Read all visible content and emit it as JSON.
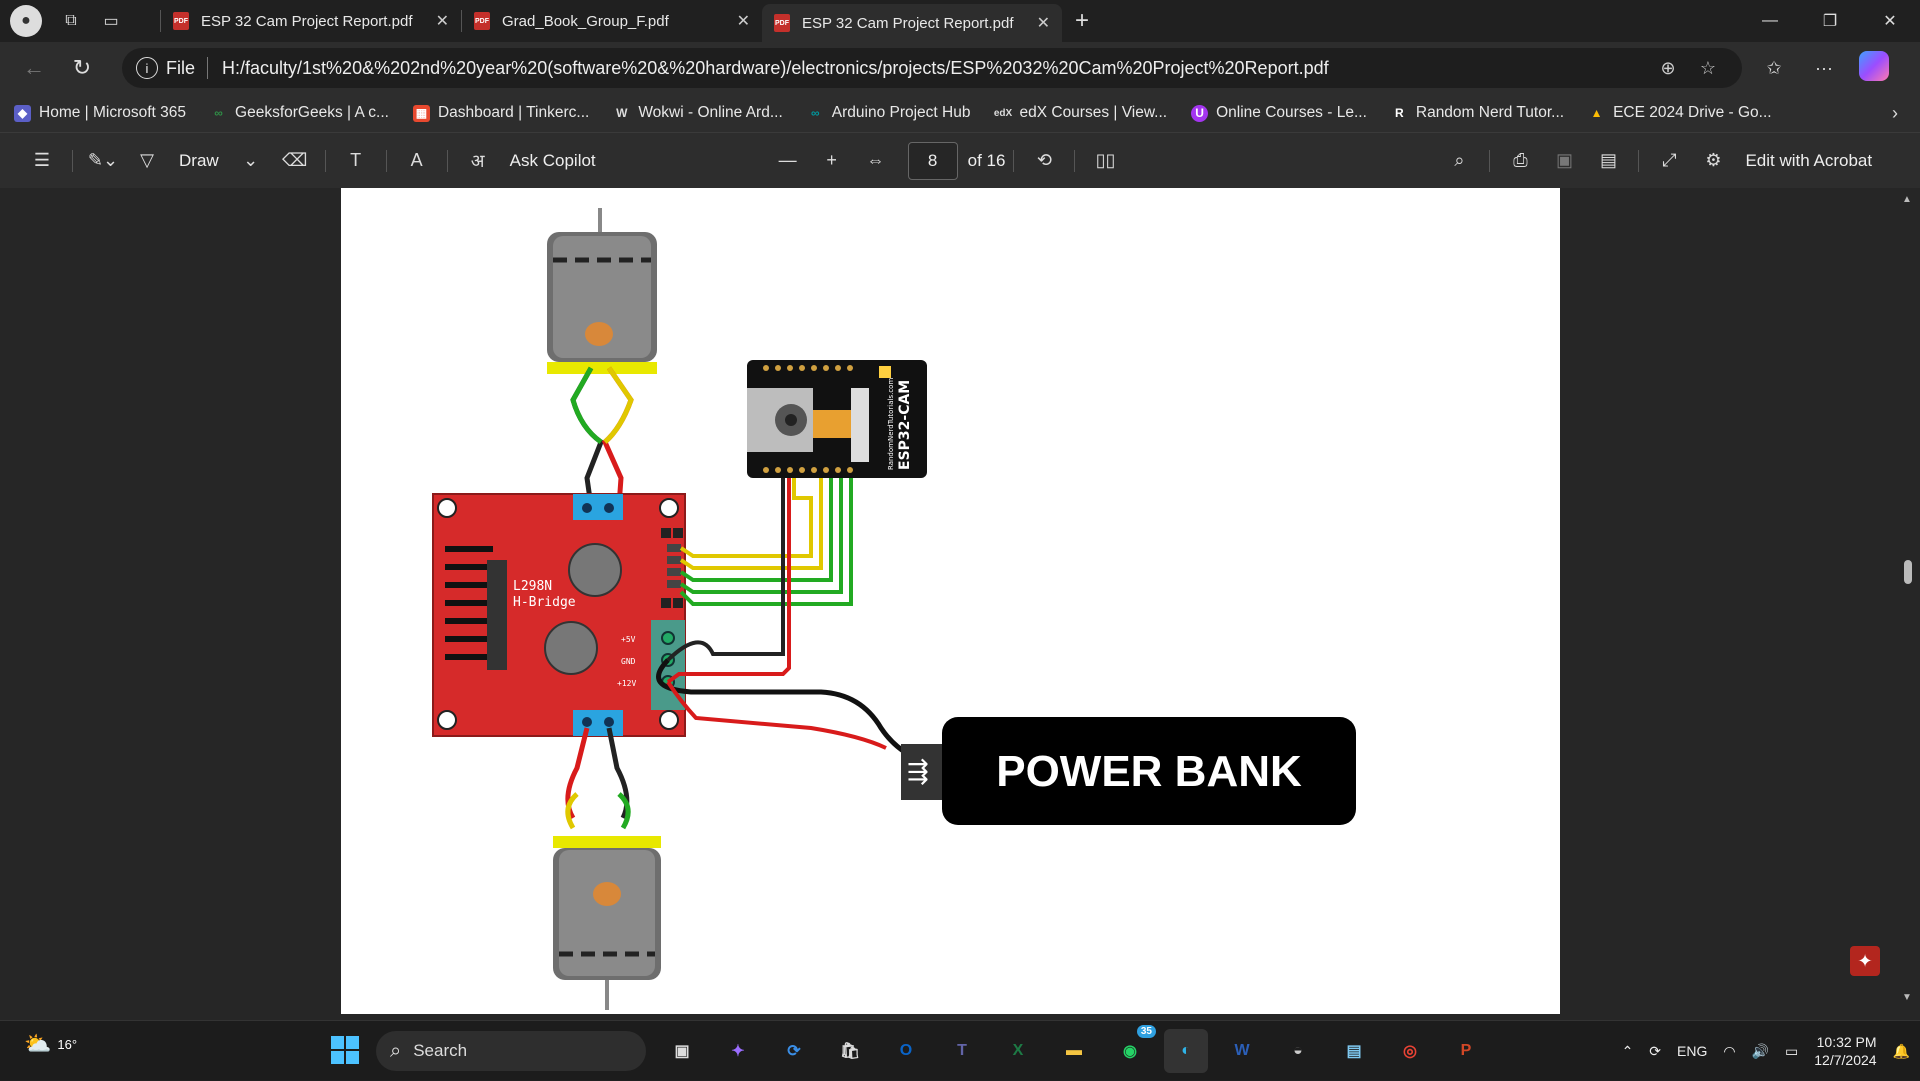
{
  "tabs": [
    {
      "label": "ESP 32 Cam Project Report.pdf",
      "active": false
    },
    {
      "label": "Grad_Book_Group_F.pdf",
      "active": false
    },
    {
      "label": "ESP 32 Cam Project Report.pdf",
      "active": true
    }
  ],
  "address": {
    "scheme_label": "File",
    "url": "H:/faculty/1st%20&%202nd%20year%20(software%20&%20hardware)/electronics/projects/ESP%2032%20Cam%20Project%20Report.pdf"
  },
  "bookmarks": [
    {
      "label": "Home | Microsoft 365",
      "icon": "m365-icon",
      "color": "#5b5fc7"
    },
    {
      "label": "GeeksforGeeks | A c...",
      "icon": "gfg-icon",
      "color": "#2f8d46"
    },
    {
      "label": "Dashboard | Tinkerc...",
      "icon": "tinkercad-icon",
      "color": "#e8492f"
    },
    {
      "label": "Wokwi - Online Ard...",
      "icon": "wokwi-icon",
      "color": "#dddddd"
    },
    {
      "label": "Arduino Project Hub",
      "icon": "arduino-icon",
      "color": "#00979d"
    },
    {
      "label": "edX Courses | View...",
      "icon": "edx-icon",
      "color": "#dddddd"
    },
    {
      "label": "Online Courses - Le...",
      "icon": "udemy-icon",
      "color": "#a435f0"
    },
    {
      "label": "Random Nerd Tutor...",
      "icon": "rnt-icon",
      "color": "#ffffff"
    },
    {
      "label": "ECE 2024 Drive - Go...",
      "icon": "drive-icon",
      "color": "#fbbc04"
    }
  ],
  "pdf_toolbar": {
    "draw_label": "Draw",
    "ask_copilot_label": "Ask Copilot",
    "page_current": "8",
    "page_total": "of 16",
    "edit_label": "Edit with Acrobat"
  },
  "diagram": {
    "driver_title_line1": "L298N",
    "driver_title_line2": "H-Bridge",
    "pin_5v": "+5V",
    "pin_gnd": "GND",
    "pin_12v": "+12V",
    "cam_label": "ESP32-CAM",
    "cam_sublabel": "RandomNerdTutorials.com",
    "power_bank_label": "POWER BANK"
  },
  "taskbar": {
    "weather_temp": "16°",
    "search_placeholder": "Search",
    "whatsapp_badge": "35",
    "lang": "ENG",
    "time": "10:32 PM",
    "date": "12/7/2024"
  }
}
